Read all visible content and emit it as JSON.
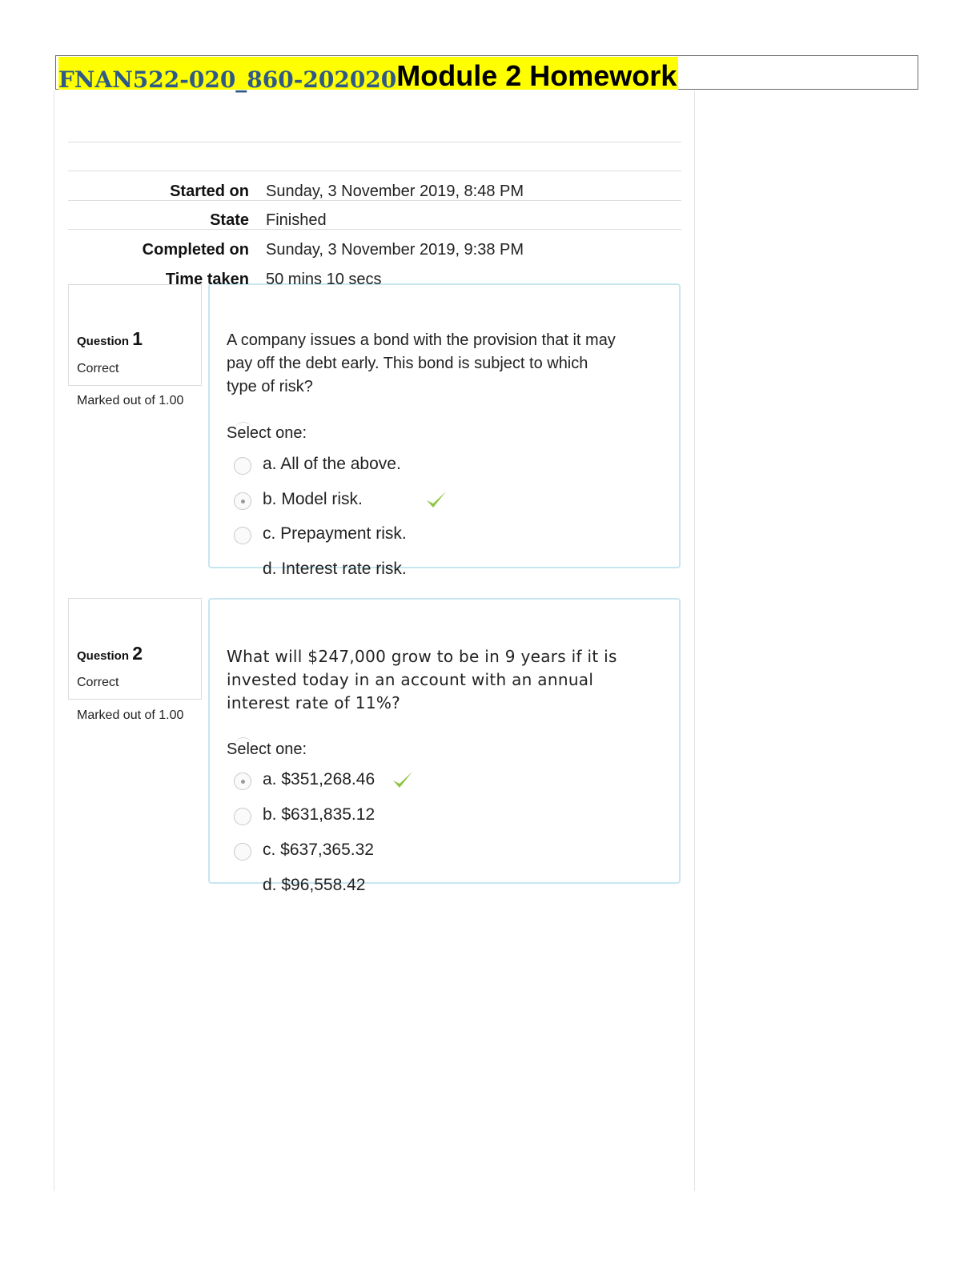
{
  "header": {
    "course_code": "FNAN522-020_860-202020",
    "module_title": "Module 2 Homework"
  },
  "summary": {
    "started_on_label": "Started on",
    "started_on_value": "Sunday, 3 November 2019, 8:48 PM",
    "state_label": "State",
    "state_value": "Finished",
    "completed_on_label": "Completed on",
    "completed_on_value": "Sunday, 3 November 2019, 9:38 PM",
    "time_taken_label": "Time taken",
    "time_taken_value": "50 mins 10 secs"
  },
  "questions": [
    {
      "label": "Question",
      "number": "1",
      "state": "Correct",
      "mark": "Marked out of 1.00",
      "text_lines": [
        "A company issues a bond with the provision that it may",
        "pay off the debt early. This bond is subject to which",
        "type of risk?"
      ],
      "select_one": "Select one:",
      "options": [
        {
          "label": "a. All of the above.",
          "selected": false
        },
        {
          "label": "b. Model risk.",
          "selected": true
        },
        {
          "label": "c. Prepayment risk.",
          "selected": false
        },
        {
          "label": "d. Interest rate risk.",
          "selected": false
        }
      ]
    },
    {
      "label": "Question",
      "number": "2",
      "state": "Correct",
      "mark": "Marked out of 1.00",
      "text_lines": [
        "What will $247,000 grow to be in 9 years if it is",
        "invested today in an account with an annual",
        "interest rate of 11%?"
      ],
      "select_one": "Select one:",
      "options": [
        {
          "label": "a. $351,268.46",
          "selected": true
        },
        {
          "label": "b. $631,835.12",
          "selected": false
        },
        {
          "label": "c. $637,365.32",
          "selected": false
        },
        {
          "label": "d. $96,558.42",
          "selected": false
        }
      ]
    }
  ],
  "colors": {
    "highlight": "#ffff00",
    "course_code": "#2f5a88",
    "box_border": "#c8e6f0",
    "check": "#8cc63f"
  },
  "icons": {
    "correct": "check-mark-icon"
  }
}
